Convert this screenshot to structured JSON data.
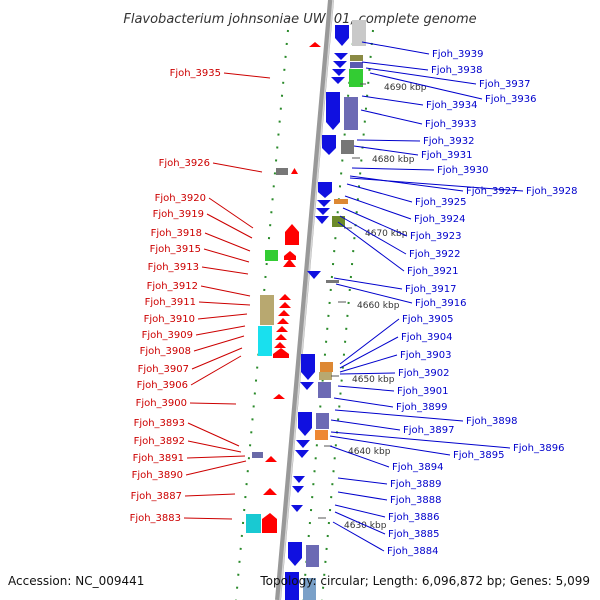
{
  "header": {
    "title": "Flavobacterium johnsoniae UW101, complete genome"
  },
  "footer": {
    "accession": "Accession: NC_009441",
    "topology": "Topology: circular; Length: 6,096,872 bp; Genes: 5,099"
  },
  "colors": {
    "forward_label": "#cc0000",
    "reverse_label": "#0000cc",
    "forward_gene": "#ff0000",
    "reverse_gene": "#1010e0",
    "backbone": "#999999",
    "dots": "#2a8a2a"
  },
  "ticks": [
    "4690 kbp",
    "4680 kbp",
    "4670 kbp",
    "4660 kbp",
    "4650 kbp",
    "4640 kbp",
    "4630 kbp"
  ],
  "left_labels": [
    "Fjoh_3935",
    "Fjoh_3926",
    "Fjoh_3920",
    "Fjoh_3919",
    "Fjoh_3918",
    "Fjoh_3915",
    "Fjoh_3913",
    "Fjoh_3912",
    "Fjoh_3911",
    "Fjoh_3910",
    "Fjoh_3909",
    "Fjoh_3908",
    "Fjoh_3907",
    "Fjoh_3906",
    "Fjoh_3900",
    "Fjoh_3893",
    "Fjoh_3892",
    "Fjoh_3891",
    "Fjoh_3890",
    "Fjoh_3887",
    "Fjoh_3883"
  ],
  "right_labels": [
    "Fjoh_3939",
    "Fjoh_3938",
    "Fjoh_3937",
    "Fjoh_3936",
    "Fjoh_3934",
    "Fjoh_3933",
    "Fjoh_3932",
    "Fjoh_3931",
    "Fjoh_3930",
    "Fjoh_3927",
    "Fjoh_3928",
    "Fjoh_3925",
    "Fjoh_3924",
    "Fjoh_3923",
    "Fjoh_3922",
    "Fjoh_3921",
    "Fjoh_3917",
    "Fjoh_3916",
    "Fjoh_3905",
    "Fjoh_3904",
    "Fjoh_3903",
    "Fjoh_3902",
    "Fjoh_3901",
    "Fjoh_3899",
    "Fjoh_3898",
    "Fjoh_3897",
    "Fjoh_3896",
    "Fjoh_3895",
    "Fjoh_3894",
    "Fjoh_3889",
    "Fjoh_3888",
    "Fjoh_3886",
    "Fjoh_3885",
    "Fjoh_3884"
  ]
}
